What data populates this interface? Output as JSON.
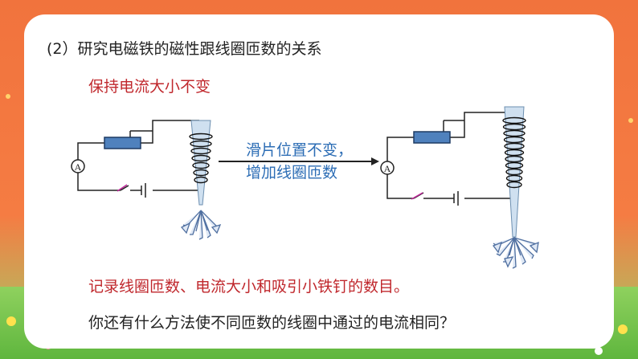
{
  "slide": {
    "heading": "(2）研究电磁铁的磁性跟线圈匝数的关系",
    "keep_current": "保持电流大小不变",
    "arrow_text_line1": "滑片位置不变，",
    "arrow_text_line2": "增加线圈匝数",
    "record_text": "记录线圈匝数、电流大小和吸引小铁钉的数目。",
    "question": "你还有什么方法使不同匝数的线圈中通过的电流相同？"
  },
  "diagram": {
    "ammeter_label_left": "A",
    "ammeter_label_right": "A"
  },
  "colors": {
    "background": "#ef6f3c",
    "grass": "#6fc247",
    "card": "#ffffff",
    "red_text": "#c0282d",
    "blue_text": "#2c6db5",
    "rheostat": "#4f81bd"
  }
}
